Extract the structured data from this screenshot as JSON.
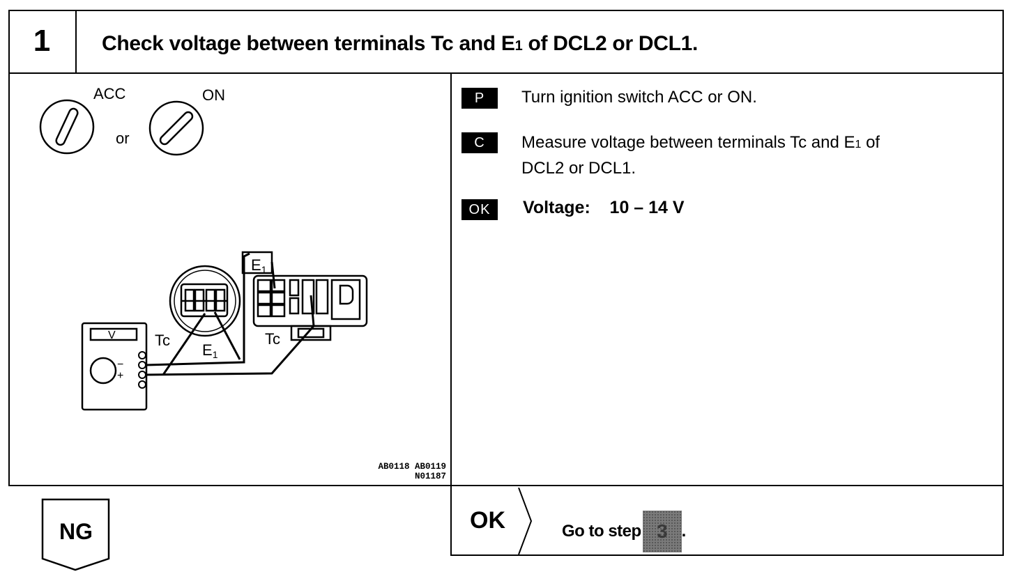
{
  "step": {
    "number": "1",
    "title_main": "Check voltage between terminals Tc and E",
    "title_sub": "1",
    "title_end": " of DCL2 or DCL1."
  },
  "illustration": {
    "switch_left_label": "ACC",
    "switch_right_label": "ON",
    "or_label": "or",
    "meter_label": "V",
    "tc_left": "Tc",
    "e1_left_main": "E",
    "e1_left_sub": "1",
    "e1_right_main": "E",
    "e1_right_sub": "1",
    "tc_right": "Tc",
    "minus_label": "−",
    "plus_label": "+",
    "codes_line1": "AB0118 AB0119",
    "codes_line2": "N01187"
  },
  "instructions": {
    "p_tag": "P",
    "p_text": "Turn ignition switch ACC or ON.",
    "c_tag": "C",
    "c_text_main": "Measure voltage between terminals Tc and E",
    "c_text_sub": "1",
    "c_text_end": " of",
    "c_text_line2": "DCL2 or DCL1.",
    "ok_tag": "OK",
    "voltage_label": "Voltage:    10 – 14 V"
  },
  "result": {
    "ng_label": "NG",
    "ok_label": "OK",
    "goto_text": "Go to step",
    "goto_step": "3",
    "goto_end": "."
  }
}
